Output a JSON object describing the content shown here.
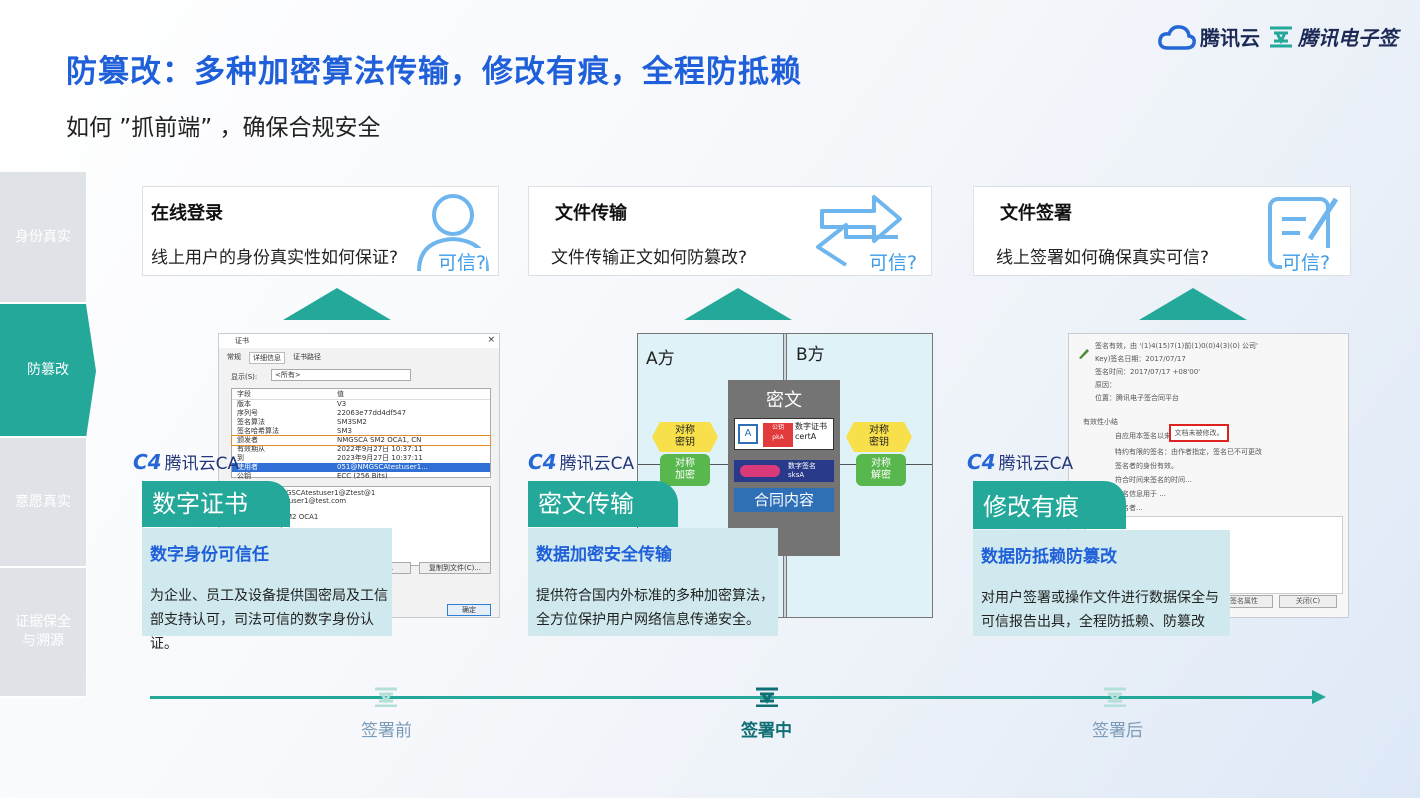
{
  "header": {
    "logo_tencent_cloud": "腾讯云",
    "logo_esign": "腾讯电子签",
    "title": "防篡改：多种加密算法传输，修改有痕，全程防抵赖",
    "subtitle": "如何 ”抓前端” ，确保合规安全"
  },
  "sidenav": {
    "items": [
      {
        "label": "身份真实",
        "active": false
      },
      {
        "label": "防篡改",
        "active": true
      },
      {
        "label": "意愿真实",
        "active": false
      },
      {
        "label": "证据保全\n与溯源",
        "active": false
      }
    ]
  },
  "columns": [
    {
      "q_title": "在线登录",
      "q_text": "线上用户的身份真实性如何保证?",
      "q_badge": "可信?",
      "ca_logo": "腾讯云CA",
      "tab": "数字证书",
      "info_title": "数字身份可信任",
      "info_text": "为企业、员工及设备提供国密局及工信部支持认可，司法可信的数字身份认证。"
    },
    {
      "q_title": "文件传输",
      "q_text": "文件传输正文如何防篡改?",
      "q_badge": "可信?",
      "ca_logo": "腾讯云CA",
      "tab": "密文传输",
      "info_title": "数据加密安全传输",
      "info_text": "提供符合国内外标准的多种加密算法，全方位保护用户网络信息传递安全。"
    },
    {
      "q_title": "文件签署",
      "q_text": "线上签署如何确保真实可信?",
      "q_badge": "可信?",
      "ca_logo": "腾讯云CA",
      "tab": "修改有痕",
      "info_title": "数据防抵赖防篡改",
      "info_text": "对用户签署或操作文件进行数据保全与可信报告出具，全程防抵赖、防篡改"
    }
  ],
  "cert_window": {
    "title": "证书",
    "tabs": [
      "常规",
      "详细信息",
      "证书路径"
    ],
    "show_label": "显示(S):",
    "show_value": "<所有>",
    "col_field": "字段",
    "col_value": "值",
    "rows": [
      [
        "版本",
        "V3"
      ],
      [
        "序列号",
        "22063e77dd4df547"
      ],
      [
        "签名算法",
        "SM3SM2"
      ],
      [
        "签名哈希算法",
        "SM3"
      ],
      [
        "颁发者",
        "NMGSCA SM2 OCA1, CN"
      ],
      [
        "有效期从",
        "2022年9月27日 10:37:11"
      ],
      [
        "到",
        "2023年9月27日 10:37:11"
      ],
      [
        "使用者",
        "051@NMGSCAtestuser1..."
      ],
      [
        "公钥",
        "ECC (256 Bits)"
      ]
    ],
    "detail_lines": [
      "GSCAtestuser1@Ztest@1",
      "tuser1@test.com",
      "2",
      "M2 OCA1"
    ],
    "btn_edit": "编辑属性(E)...",
    "btn_copy": "复制到文件(C)...",
    "btn_ok": "确定"
  },
  "encrypt_diagram": {
    "party_a": "A方",
    "party_b": "B方",
    "cipher_title": "密文",
    "sym_key_label": "对称\n密钥",
    "sym_encrypt": "对称\n加密",
    "sym_decrypt": "对称\n解密",
    "digital_cert": "数字证书\ncertA",
    "pub_key": "公钥\npkA",
    "digital_sig": "数字签名\nsksA",
    "contract": "合同内容"
  },
  "sign_window": {
    "lines": [
      "签名有效，由 '(1)4(15)7(1)前(1)0(0)4(3)(0) 公司'",
      "Key)签名日期：2017/07/17",
      "签名时间：2017/07/17 +08'00'",
      "原因：",
      "位置：腾讯电子签合同平台",
      "有效性小结",
      "自应用本签名以来，",
      "特约有限的签名：由作者指定，签名已不可更改",
      "签名者的身份有效。",
      "符合时间来签名的时间...",
      "签名信息用于 ...",
      "签名者..."
    ],
    "highlight": "文档未被修改。",
    "btn_props": "签名属性",
    "btn_close": "关闭(C)"
  },
  "timeline": {
    "before": "签署前",
    "during": "签署中",
    "after": "签署后"
  },
  "colors": {
    "accent_teal": "#23a89a",
    "title_blue": "#1f5fd9",
    "icon_blue": "#3f9ce8"
  }
}
